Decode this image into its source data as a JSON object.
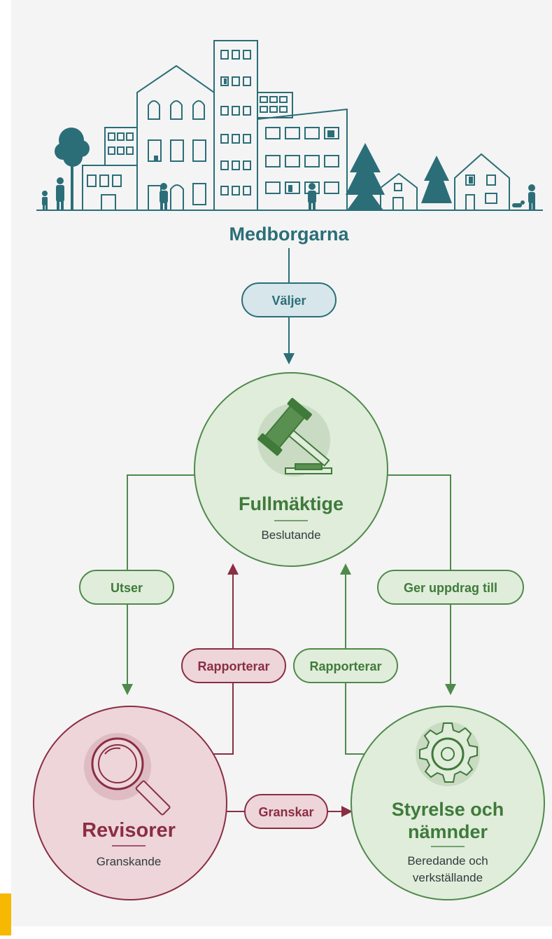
{
  "colors": {
    "background": "#f4f4f4",
    "teal": "#2b6e78",
    "teal_light": "#d6e6ea",
    "green": "#4f8a4a",
    "green_dark": "#3f7a3a",
    "green_light": "#e0eddb",
    "maroon": "#8a2e42",
    "maroon_light": "#edd5da",
    "text_dark": "#2e3d3d"
  },
  "header": {
    "title": "Medborgarna"
  },
  "elects_label": "Väljer",
  "council": {
    "title": "Fullmäktige",
    "subtitle": "Beslutande",
    "icon": "gavel-icon"
  },
  "auditors": {
    "title": "Revisorer",
    "subtitle": "Granskande",
    "icon": "magnifier-icon"
  },
  "boards": {
    "title_line1": "Styrelse och",
    "title_line2": "nämnder",
    "subtitle_line1": "Beredande och",
    "subtitle_line2": "verkställande",
    "icon": "gear-icon"
  },
  "edges": {
    "appoints": "Utser",
    "commissions": "Ger uppdrag till",
    "reports_auditors": "Rapporterar",
    "reports_boards": "Rapporterar",
    "reviews": "Granskar"
  }
}
